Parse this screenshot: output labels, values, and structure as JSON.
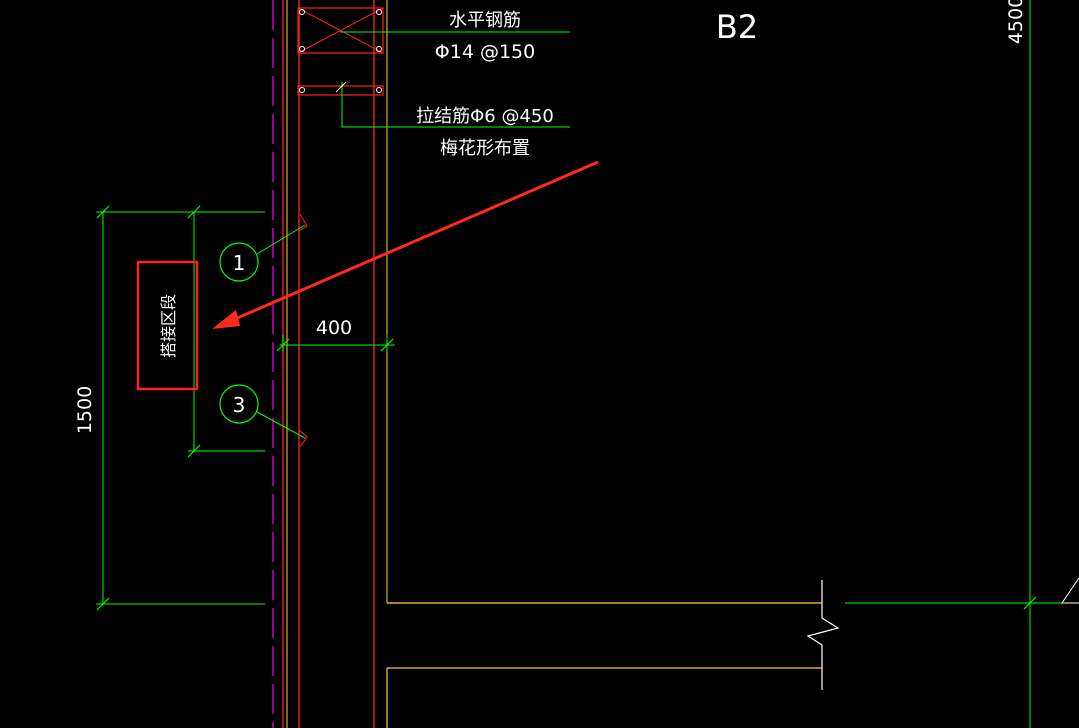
{
  "drawing": {
    "panel_label": "B2",
    "top_right_dimension": "4500",
    "horizontal_rebar_title": "水平钢筋",
    "horizontal_rebar_spec": "Φ14 @150",
    "tie_rebar_spec": "拉结筋Φ6 @450",
    "tie_rebar_layout": "梅花形布置",
    "wall_thickness_dimension": "400",
    "left_dimension": "1500",
    "callout_1": "1",
    "callout_3": "3",
    "highlight_label": "搭接区段",
    "colors": {
      "background": "#000000",
      "dimension_line": "#00ff00",
      "wall_line": "#ff0000",
      "edge_line": "#ffcc33",
      "center_line": "#cc00cc",
      "rebar_box": "#ff2020",
      "annotation_arrow": "#ff2a1a",
      "text": "#ffffff"
    }
  }
}
